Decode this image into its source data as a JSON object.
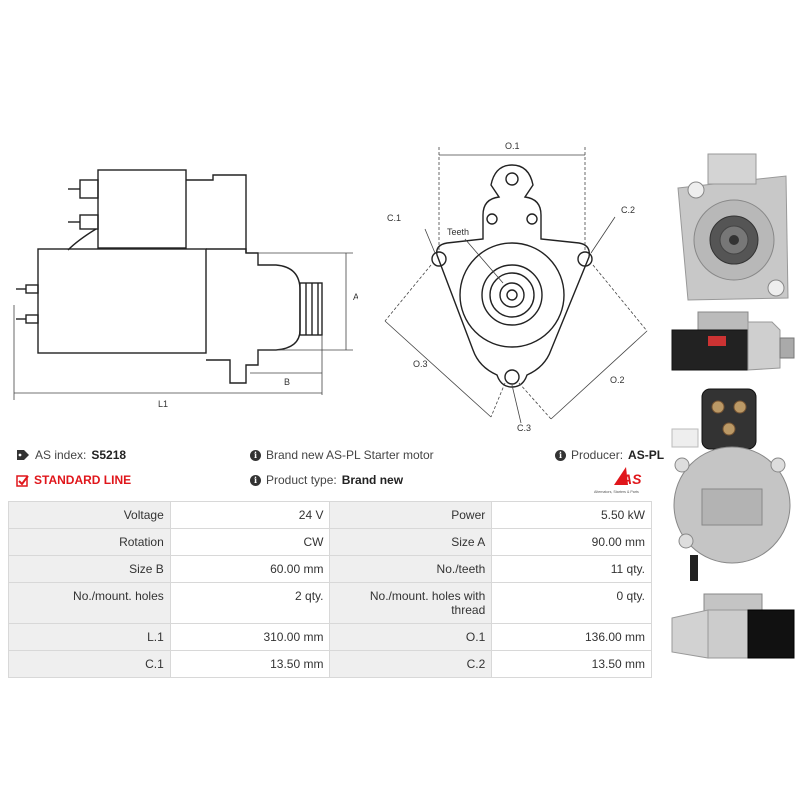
{
  "diagram_labels": {
    "side": {
      "a": "A",
      "b": "B",
      "l1": "L1"
    },
    "front": {
      "o1": "O.1",
      "o2": "O.2",
      "o3": "O.3",
      "c1": "C.1",
      "c2": "C.2",
      "c3": "C.3",
      "teeth": "Teeth"
    }
  },
  "info": {
    "index_label": "AS index:",
    "index_value": "S5218",
    "standard_line": "STANDARD LINE",
    "description": "Brand new AS-PL Starter motor",
    "product_type_label": "Product type:",
    "product_type_value": "Brand new",
    "producer_label": "Producer:",
    "producer_value": "AS-PL"
  },
  "logo": {
    "text": "AS",
    "tagline": "Alternators, Starters & Parts",
    "color": "#e0161b"
  },
  "specs": [
    [
      {
        "k": "Voltage",
        "v": "24 V"
      },
      {
        "k": "Power",
        "v": "5.50 kW"
      }
    ],
    [
      {
        "k": "Rotation",
        "v": "CW"
      },
      {
        "k": "Size A",
        "v": "90.00 mm"
      }
    ],
    [
      {
        "k": "Size B",
        "v": "60.00 mm"
      },
      {
        "k": "No./teeth",
        "v": "11 qty."
      }
    ],
    [
      {
        "k": "No./mount. holes",
        "v": "2 qty."
      },
      {
        "k": "No./mount. holes with thread",
        "v": "0 qty."
      }
    ],
    [
      {
        "k": "L.1",
        "v": "310.00 mm"
      },
      {
        "k": "O.1",
        "v": "136.00 mm"
      }
    ],
    [
      {
        "k": "C.1",
        "v": "13.50 mm"
      },
      {
        "k": "C.2",
        "v": "13.50 mm"
      }
    ]
  ]
}
